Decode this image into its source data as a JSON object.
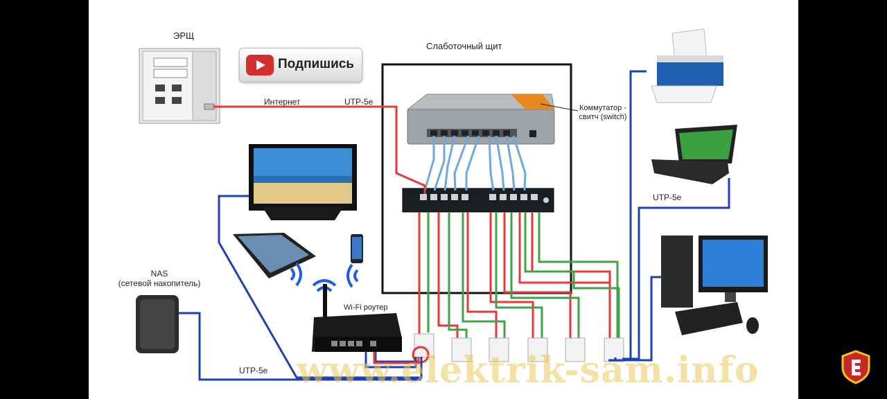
{
  "labels": {
    "panel": "ЭРЩ",
    "lowcurrent": "Слаботочный щит",
    "internet": "Интернет",
    "utp_top": "UTP-5e",
    "switch_line1": "Коммутатор -",
    "switch_line2": "свитч (switch)",
    "utp_right": "UTP-5e",
    "nas_line1": "NAS",
    "nas_line2": "(сетевой накопитель)",
    "wifi": "Wi-Fi роутер",
    "utp_bottom": "UTP-5e"
  },
  "subscribe_button": {
    "label": "Подпишись"
  },
  "watermark": "www.elektrik-sam.info",
  "colors": {
    "red": "#e53935",
    "green": "#43a047",
    "blue": "#1e40b0",
    "lightblue": "#6fa8dc",
    "youtube": "#d32f2f"
  },
  "icons": [
    "youtube-play-icon",
    "wifi-icon",
    "elektrik-logo-icon"
  ]
}
